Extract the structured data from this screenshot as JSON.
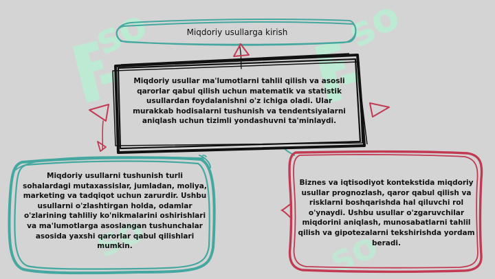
{
  "diagram": {
    "title": "Miqdoriy usullarga kirish",
    "center_text": "Miqdoriy usullar ma'lumotlarni tahlil qilish va asosli qarorlar qabul qilish uchun matematik va statistik usullardan foydalanishni o'z ichiga oladi. Ular murakkab hodisalarni tushunish va tendentsiyalarni aniqlash uchun tizimli yondashuvni ta'minlaydi.",
    "left_text": "Miqdoriy usullarni tushunish turli sohalardagi mutaxassislar, jumladan, moliya, marketing va tadqiqot uchun zarurdir. Ushbu usullarni o'zlashtirgan holda, odamlar o'zlarining tahliliy ko'nikmalarini oshirishlari va ma'lumotlarga asoslangan tushunchalar asosida yaxshi qarorlar qabul qilishlari mumkin.",
    "right_text": "Biznes va iqtisodiyot kontekstida miqdoriy usullar prognozlash, qaror qabul qilish va risklarni boshqarishda hal qiluvchi rol o'ynaydi. Ushbu usullar o'zgaruvchilar miqdorini aniqlash, munosabatlarni tahlil qilish va gipotezalarni tekshirishda yordam beradi."
  },
  "colors": {
    "background": "#d4d4d4",
    "teal": "#45a8a0",
    "red": "#c23a52",
    "black": "#111111",
    "watermark": "#b9efd3"
  },
  "icons": [
    "triangle-marker",
    "watermark-logo"
  ]
}
